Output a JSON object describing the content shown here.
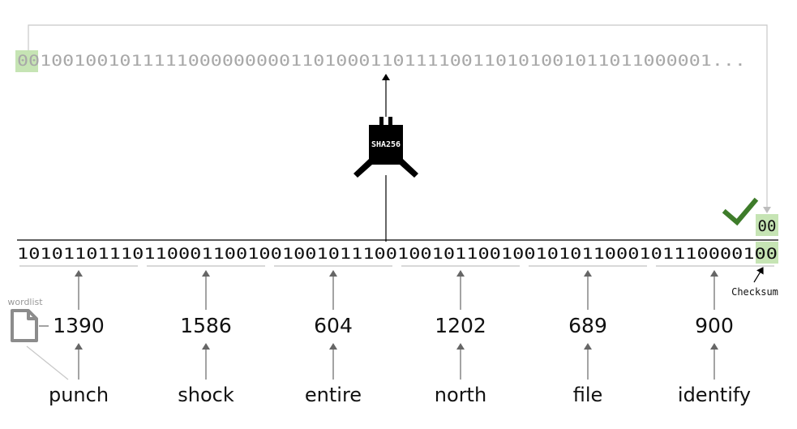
{
  "hash_output": {
    "checksum_bits": "00",
    "remaining_bits": "10010010111110000000001101000110111100110101001011011000001",
    "ellipsis": "..."
  },
  "hash_function": {
    "label": "SHA256",
    "icon": "hash-function-icon"
  },
  "entropy": {
    "groups": [
      "10101101110",
      "11000110010",
      "01001011100",
      "10010110010",
      "01010110001",
      "011100001"
    ],
    "checksum_bits": "00"
  },
  "checksum_match": {
    "copied_bits": "00",
    "icon": "checkmark-icon",
    "color": "#3e7c2a"
  },
  "checksum_label": "Checksum",
  "wordlist": {
    "label": "wordlist",
    "icon": "document-icon"
  },
  "indices": [
    "1390",
    "1586",
    "604",
    "1202",
    "689",
    "900"
  ],
  "words": [
    "punch",
    "shock",
    "entire",
    "north",
    "file",
    "identify"
  ],
  "colors": {
    "highlight": "#c6e4b4",
    "connector": "#c8c8c8",
    "arrow": "#666666",
    "check": "#3e7c2a"
  }
}
